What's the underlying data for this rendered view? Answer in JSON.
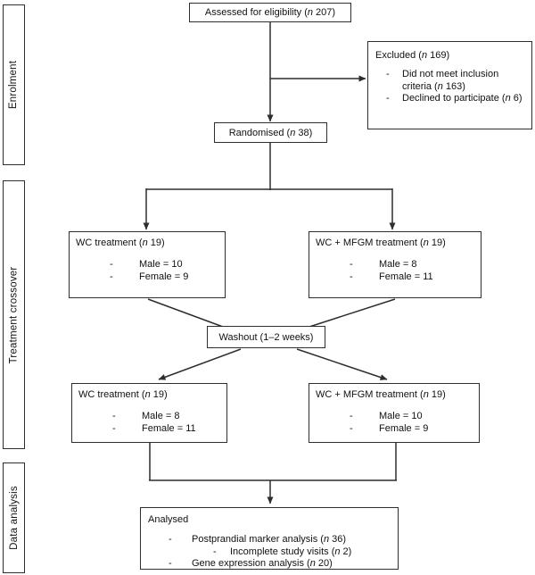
{
  "chars": {
    "dash": "-",
    "nvar": "n"
  },
  "colors": {
    "background": "#ffffff",
    "border": "#2e2e2e",
    "line": "#2d2d2d",
    "text": "#111111"
  },
  "sidebar": {
    "enrolment": "Enrolment",
    "crossover": "Treatment crossover",
    "analysis": "Data analysis"
  },
  "boxes": {
    "assessed": {
      "pre": "Assessed for eligibility (",
      "post": " 207)"
    },
    "excluded": {
      "title_pre": "Excluded (",
      "title_post": " 169)",
      "items": [
        {
          "pre": "Did not meet inclusion criteria (",
          "post": " 163)"
        },
        {
          "pre": "Declined to participate (",
          "post": " 6)"
        }
      ]
    },
    "randomised": {
      "pre": "Randomised (",
      "post": " 38)"
    },
    "arm1": {
      "title_pre": "WC treatment (",
      "title_post": " 19)",
      "items": [
        "Male = 10",
        "Female = 9"
      ]
    },
    "arm2": {
      "title_pre": "WC + MFGM treatment (",
      "title_post": " 19)",
      "items": [
        "Male = 8",
        "Female = 11"
      ]
    },
    "washout": {
      "text": "Washout (1–2 weeks)"
    },
    "arm3": {
      "title_pre": "WC treatment (",
      "title_post": " 19)",
      "items": [
        "Male = 8",
        "Female = 11"
      ]
    },
    "arm4": {
      "title_pre": "WC + MFGM treatment (",
      "title_post": " 19)",
      "items": [
        "Male = 10",
        "Female = 9"
      ]
    },
    "analysed": {
      "title": "Analysed",
      "items": [
        {
          "pre": "Postprandial marker analysis (",
          "post": " 36)"
        },
        {
          "pre": "Incomplete study visits (",
          "post": " 2)"
        },
        {
          "pre": "Gene expression analysis (",
          "post": " 20)"
        }
      ]
    }
  }
}
